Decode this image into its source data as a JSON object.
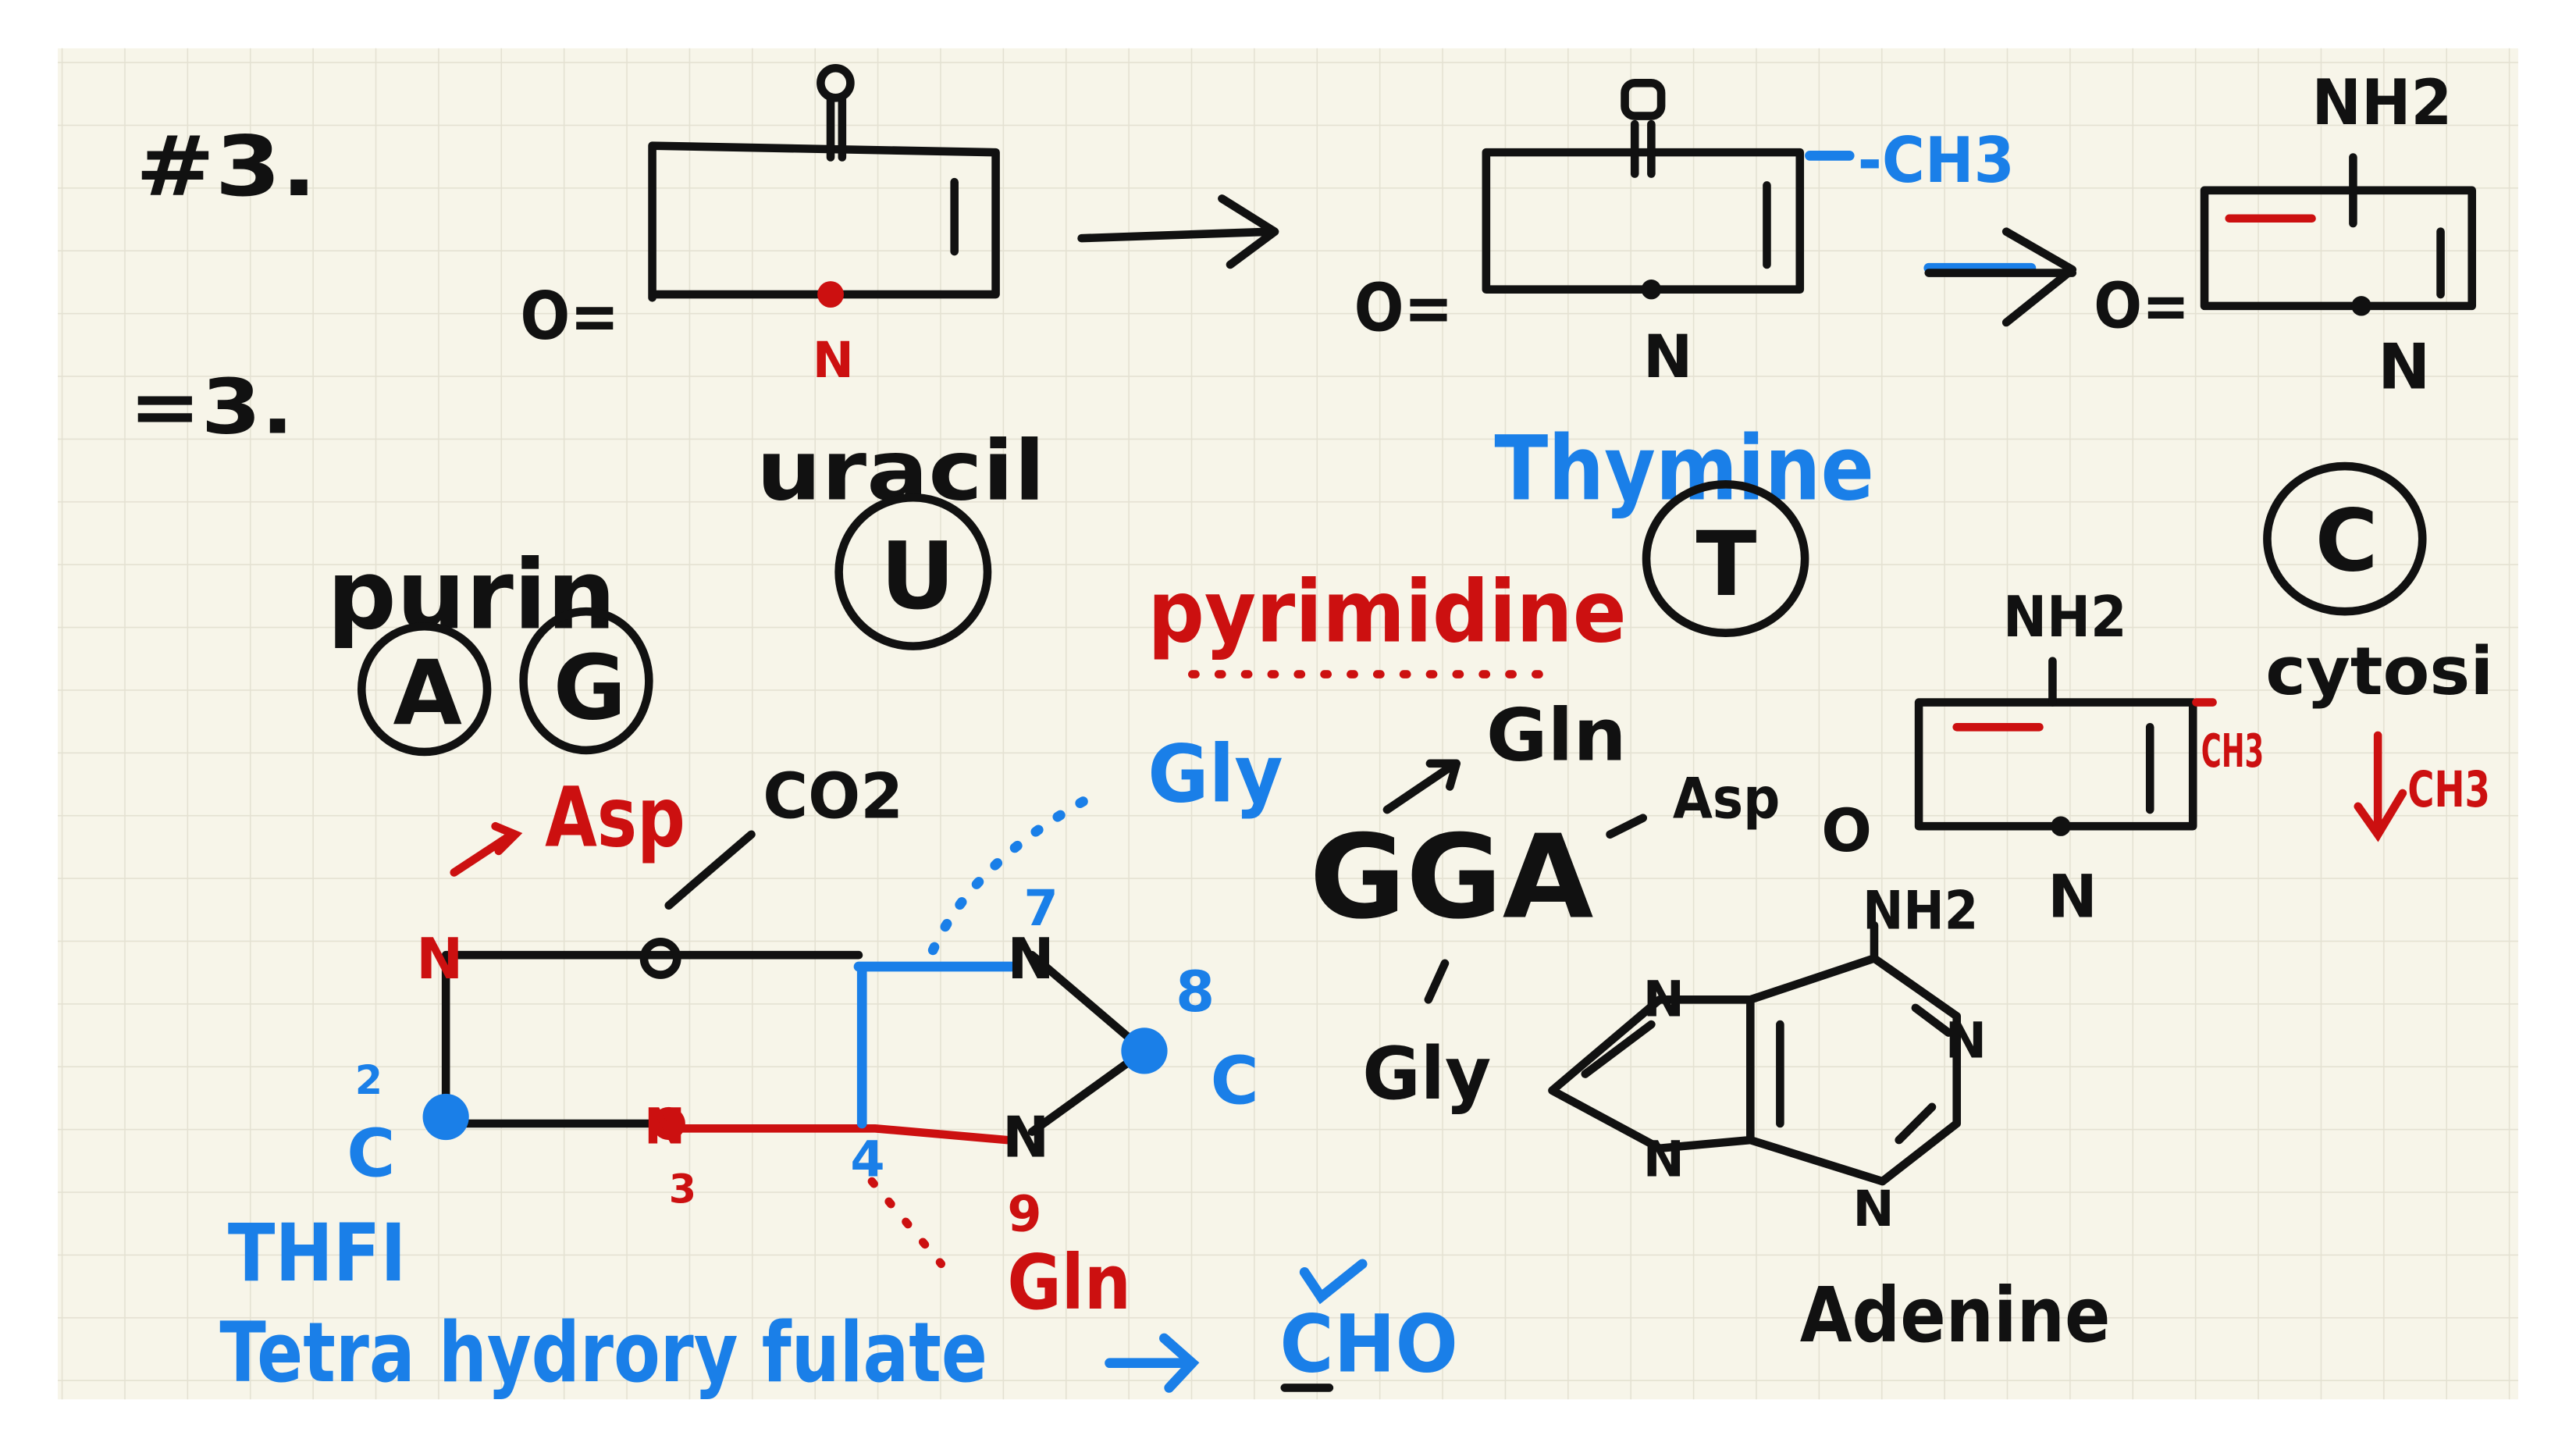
{
  "colors": {
    "paper": "#f7f5e9",
    "grid": "#e4e1d2",
    "ink_black": "#111111",
    "ink_red": "#cc1010",
    "ink_blue": "#1a7fe8"
  },
  "header": {
    "problem": "#3.",
    "answer": "=3."
  },
  "uracil": {
    "top_atom": "O",
    "left_atom": "O=",
    "n_atom": "N",
    "name": "uracil",
    "letter": "U"
  },
  "purine_group": {
    "label": "purin",
    "letters": [
      "A",
      "G"
    ]
  },
  "thymine": {
    "top_atom": "O",
    "left_atom": "O=",
    "n_atom": "N",
    "methyl": "-CH3",
    "name": "Thymine",
    "letter": "T"
  },
  "cytosine_top": {
    "amine": "NH2",
    "left_atom": "O=",
    "n_atom": "N",
    "letter": "C"
  },
  "pyrimidine_label": "pyrimidine",
  "cytosine_lower": {
    "amine": "NH2",
    "left_atom": "O",
    "n_atom": "N",
    "methyl": "CH3",
    "name": "cytosi",
    "methyl_arrow": "CH3"
  },
  "gga": {
    "text": "GGA",
    "gln": "Gln",
    "asp": "Asp",
    "gly": "Gly"
  },
  "adenine": {
    "amine": "NH2",
    "n_atoms": [
      "N",
      "N",
      "N",
      "N"
    ],
    "name": "Adenine"
  },
  "purine_synthesis": {
    "asp": "Asp",
    "co2": "CO2",
    "gly": "Gly",
    "gln": "Gln",
    "atoms": {
      "n1": "N",
      "n3": "N",
      "n7": "N",
      "n9": "N",
      "c2": "C",
      "c8": "C"
    },
    "numbers": [
      "2",
      "3",
      "4",
      "7",
      "8",
      "9"
    ],
    "thf_abbrev": "THFI",
    "thf_full": "Tetra hydrory fulate",
    "formyl": "CHO"
  }
}
